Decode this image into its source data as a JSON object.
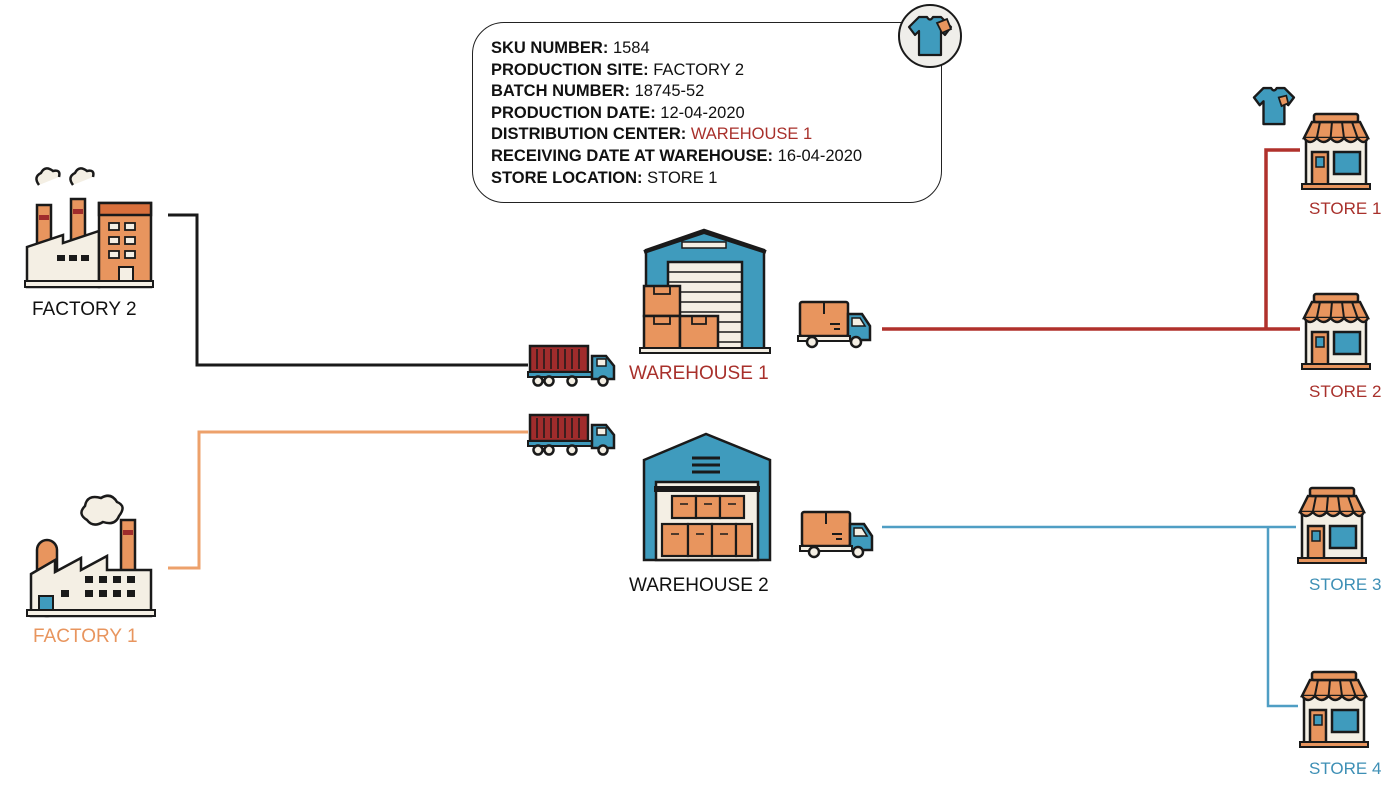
{
  "colors": {
    "outline": "#1a1a1a",
    "orange": "#e8955e",
    "orange_dark": "#d9703c",
    "blue": "#3f9bbd",
    "red": "#a02c2c",
    "cream": "#f4efe4",
    "line_black": "#1a1a1a",
    "line_orange": "#eda16b",
    "line_red": "#b0312c",
    "line_blue": "#4f9ec4",
    "label_red": "#a8302b",
    "label_orange": "#e8955e",
    "label_blue": "#3d8fb5",
    "label_black": "#111111"
  },
  "info": {
    "rows": [
      {
        "key": "SKU NUMBER:",
        "value": "1584"
      },
      {
        "key": "PRODUCTION SITE:",
        "value": "FACTORY 2"
      },
      {
        "key": "BATCH NUMBER:",
        "value": "18745-52"
      },
      {
        "key": "PRODUCTION DATE:",
        "value": "12-04-2020"
      },
      {
        "key": "DISTRIBUTION CENTER:",
        "value": "WAREHOUSE 1",
        "value_color": "#a8302b"
      },
      {
        "key": "RECEIVING DATE AT WAREHOUSE:",
        "value": "16-04-2020"
      },
      {
        "key": "STORE LOCATION:",
        "value": "STORE 1"
      }
    ],
    "badge_icon": "tshirt-tag-icon"
  },
  "nodes": {
    "factory2": {
      "label": "FACTORY 2",
      "icon": "factory-icon"
    },
    "factory1": {
      "label": "FACTORY 1",
      "icon": "factory-icon"
    },
    "warehouse1": {
      "label": "WAREHOUSE 1",
      "icon": "warehouse-icon"
    },
    "warehouse2": {
      "label": "WAREHOUSE 2",
      "icon": "warehouse-icon"
    },
    "store1": {
      "label": "STORE 1",
      "icon": "store-icon"
    },
    "store2": {
      "label": "STORE 2",
      "icon": "store-icon"
    },
    "store3": {
      "label": "STORE 3",
      "icon": "store-icon"
    },
    "store4": {
      "label": "STORE 4",
      "icon": "store-icon"
    }
  },
  "vehicles": [
    "container-truck-icon",
    "container-truck-icon",
    "delivery-van-icon",
    "delivery-van-icon"
  ],
  "product_icon": "tshirt-icon"
}
